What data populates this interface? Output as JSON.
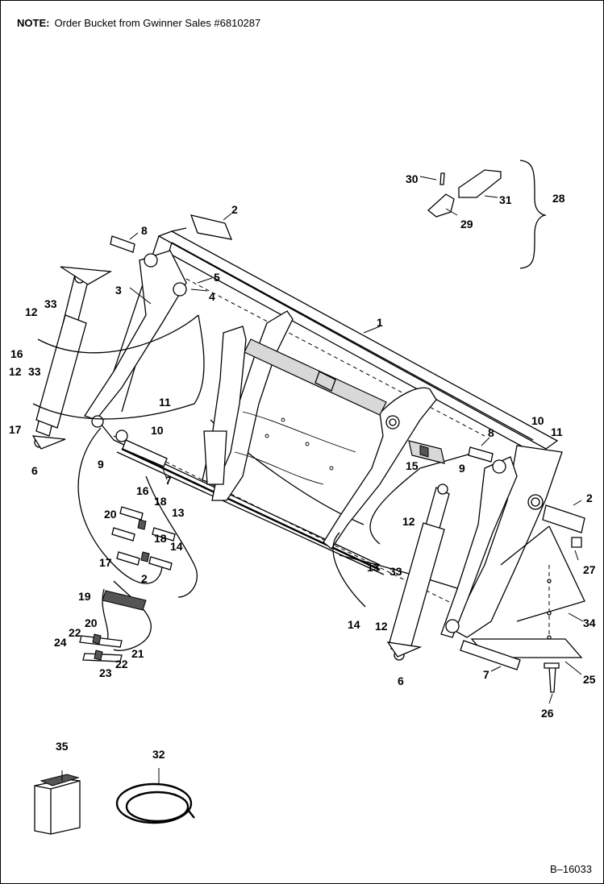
{
  "note": {
    "label": "NOTE:",
    "text": "Order Bucket from Gwinner Sales #6810287"
  },
  "figure_id": "B–16033",
  "callouts": {
    "c1": "1",
    "c2a": "2",
    "c2b": "2",
    "c2c": "2",
    "c3": "3",
    "c4": "4",
    "c5": "5",
    "c6a": "6",
    "c6b": "6",
    "c7a": "7",
    "c7b": "7",
    "c8a": "8",
    "c8b": "8",
    "c9a": "9",
    "c9b": "9",
    "c10a": "10",
    "c10b": "10",
    "c11a": "11",
    "c11b": "11",
    "c12a": "12",
    "c12b": "12",
    "c12c": "12",
    "c12d": "12",
    "c13a": "13",
    "c13b": "13",
    "c14a": "14",
    "c14b": "14",
    "c15": "15",
    "c16a": "16",
    "c16b": "16",
    "c17a": "17",
    "c17b": "17",
    "c18a": "18",
    "c18b": "18",
    "c19": "19",
    "c20a": "20",
    "c20b": "20",
    "c21": "21",
    "c22a": "22",
    "c22b": "22",
    "c23": "23",
    "c24": "24",
    "c25": "25",
    "c26": "26",
    "c27": "27",
    "c28": "28",
    "c29": "29",
    "c30": "30",
    "c31": "31",
    "c32": "32",
    "c33a": "33",
    "c33b": "33",
    "c33c": "33",
    "c34": "34",
    "c35": "35"
  }
}
